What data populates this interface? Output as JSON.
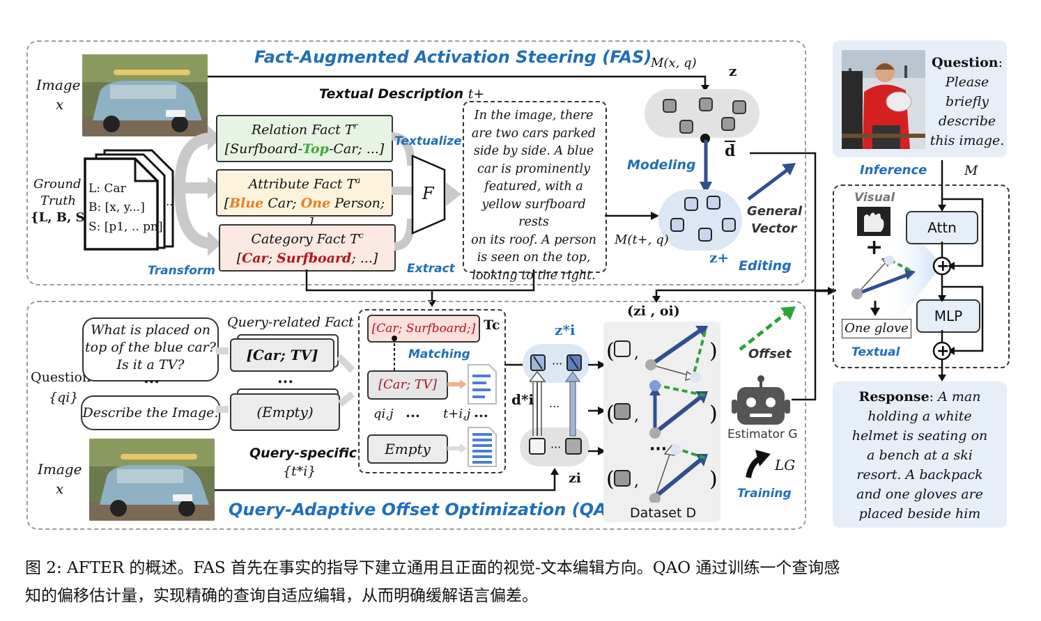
{
  "fas": {
    "title": "Fact-Augmented Activation Steering (FAS)",
    "image_label": "Image",
    "image_var": "x",
    "gt_label_1": "Ground",
    "gt_label_2": "Truth",
    "gt_label_3": "{L, B, S}",
    "doc_line_1": "L: Car",
    "doc_line_2": "B: [x, y...]",
    "doc_line_3": "S: [p1, .. pn]",
    "doc_dots": "...",
    "transform": "Transform",
    "relation_title": "Relation Fact T",
    "relation_sup": "r",
    "relation_body_pre": "[Surfboard-",
    "relation_body_mid": "Top",
    "relation_body_post": "-Car; ...]",
    "attribute_title": "Attribute Fact T",
    "attribute_sup": "a",
    "attribute_body_1": "Blue",
    "attribute_body_2": " Car; ",
    "attribute_body_3": "One",
    "attribute_body_4": " Person; ...]",
    "category_title": "Category Fact T",
    "category_sup": "c",
    "category_body_1": "Car",
    "category_body_2": "; ",
    "category_body_3": "Surfboard",
    "category_body_4": "; ...]",
    "textualize": "Textualize",
    "extract": "Extract",
    "f_symbol": "F",
    "textual_desc": "Textual Description",
    "t_plus": "t+",
    "desc_lines": [
      "In the image, there",
      "are two cars parked",
      "side by side. A blue",
      "car is prominently",
      "featured, with a",
      "yellow surfboard rests",
      "on its roof. A person",
      "is seen on the top,",
      "looking to the right."
    ],
    "m_xq": "M(x, q)",
    "m_tq": "M(t+, q)",
    "z_label": "z",
    "z_plus": "z+",
    "d_bar": "d",
    "modeling": "Modeling",
    "editing": "Editing",
    "general_vector_1": "General",
    "general_vector_2": "Vector"
  },
  "qao": {
    "title": "Query-Adaptive Offset Optimization (QAO)",
    "question_label": "Question",
    "question_var": "{qi}",
    "bubble_1_lines": [
      "What is placed on",
      "top of the blue car?",
      "Is it a TV?"
    ],
    "bubble_2": "Describe the Image.",
    "bubble_dots": "...",
    "query_related": "Query-related Fact",
    "qbox_1": "[Car; TV]",
    "qbox_2": "(Empty)",
    "qbox_dots": "...",
    "query_specific": "Query-specific",
    "t_star": "{t*i}",
    "image_label": "Image",
    "image_var": "x",
    "matching": "Matching",
    "tc_label": "Tc",
    "mbox_1": "[Car; Surfboard;]",
    "mbox_2": "[Car; TV]",
    "mbox_3": "Empty",
    "q_ij": "qi,j",
    "t_ij": "t+i,j",
    "dots": "...",
    "z_star": "z*i",
    "d_star": "d*i",
    "z_i": "zi",
    "zo_pair": "(zi , oi)",
    "dataset": "Dataset D",
    "offset": "Offset",
    "estimator": "Estimator G",
    "loss": "LG",
    "training": "Training"
  },
  "right": {
    "question_bold": "Question",
    "question_text_lines": [
      "Please",
      "briefly",
      "describe",
      "this image."
    ],
    "inference": "Inference",
    "m_label": "M",
    "visual": "Visual",
    "textual": "Textual",
    "one_glove": "One glove",
    "attn": "Attn",
    "mlp": "MLP",
    "plus": "+",
    "response_bold": "Response",
    "response_lines": [
      "A man",
      "holding a white",
      "helmet is seating on",
      "a bench at a ski",
      "resort. A backpack",
      "and one gloves are",
      "placed beside him"
    ]
  },
  "caption": {
    "line_1": "图 2: AFTER 的概述。FAS 首先在事实的指导下建立通用且正面的视觉-文本编辑方向。QAO 通过训练一个查询感",
    "line_2": "知的偏移估计量，实现精确的查询自适应编辑，从而明确缓解语言偏差。"
  },
  "colors": {
    "accent_blue": "#1f6fb8",
    "relation_fill": "#e7f4e4",
    "attribute_fill": "#fdf3dc",
    "category_fill": "#fbe9e1",
    "panel_card": "#e6eef7"
  }
}
